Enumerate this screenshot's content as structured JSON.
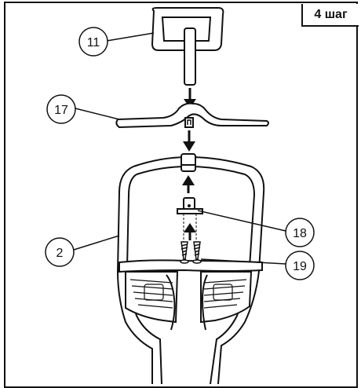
{
  "step_label": "4 шаг",
  "callouts": {
    "c11": "11",
    "c17": "17",
    "c2": "2",
    "c18": "18",
    "c19": "19"
  }
}
